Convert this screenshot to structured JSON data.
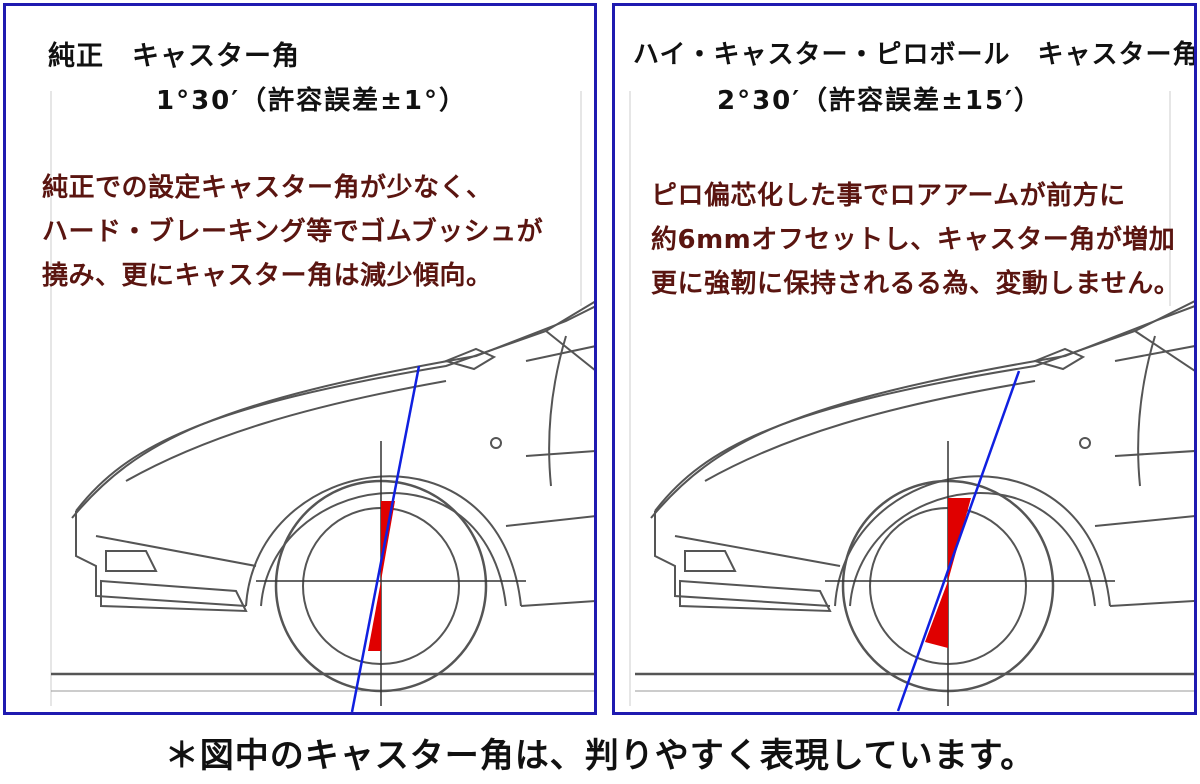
{
  "colors": {
    "frame": "#1f1ab0",
    "axis_line": "#1020e0",
    "angle_fill": "#e00000",
    "desc_text": "#5a1510",
    "drawing": "#444444"
  },
  "left": {
    "title": "純正　キャスター角",
    "subtitle": "1°30′（許容誤差±1°）",
    "description": [
      "純正での設定キャスター角が少なく、",
      "ハード・ブレーキング等でゴムブッシュが",
      "撓み、更にキャスター角は減少傾向。"
    ]
  },
  "right": {
    "title": "ハイ・キャスター・ピロボール　キャスター角",
    "subtitle": "2°30′（許容誤差±15′）",
    "description": [
      "ピロ偏芯化した事でロアアームが前方に",
      "約6mmオフセットし、キャスター角が増加",
      "更に強靭に保持されるる為、変動しません。"
    ]
  },
  "footnote": "＊図中のキャスター角は、判りやすく表現しています。"
}
